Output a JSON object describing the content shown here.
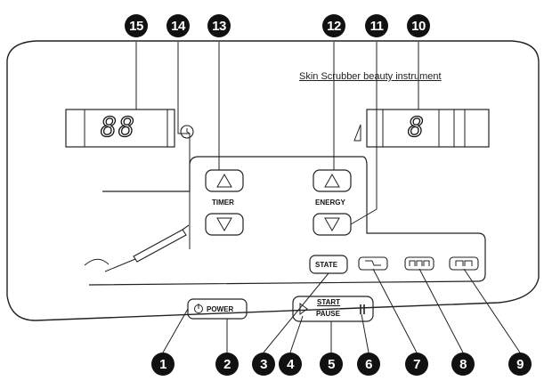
{
  "title": "Skin Scrubber beauty instrument",
  "timer_display": "88",
  "energy_display": "8",
  "buttons": {
    "timer_label": "TIMER",
    "energy_label": "ENERGY",
    "state_label": "STATE",
    "power_label": "POWER",
    "start_label": "START",
    "pause_label": "PAUSE"
  },
  "callouts": [
    "1",
    "2",
    "3",
    "4",
    "5",
    "6",
    "7",
    "8",
    "9",
    "10",
    "11",
    "12",
    "13",
    "14",
    "15"
  ]
}
